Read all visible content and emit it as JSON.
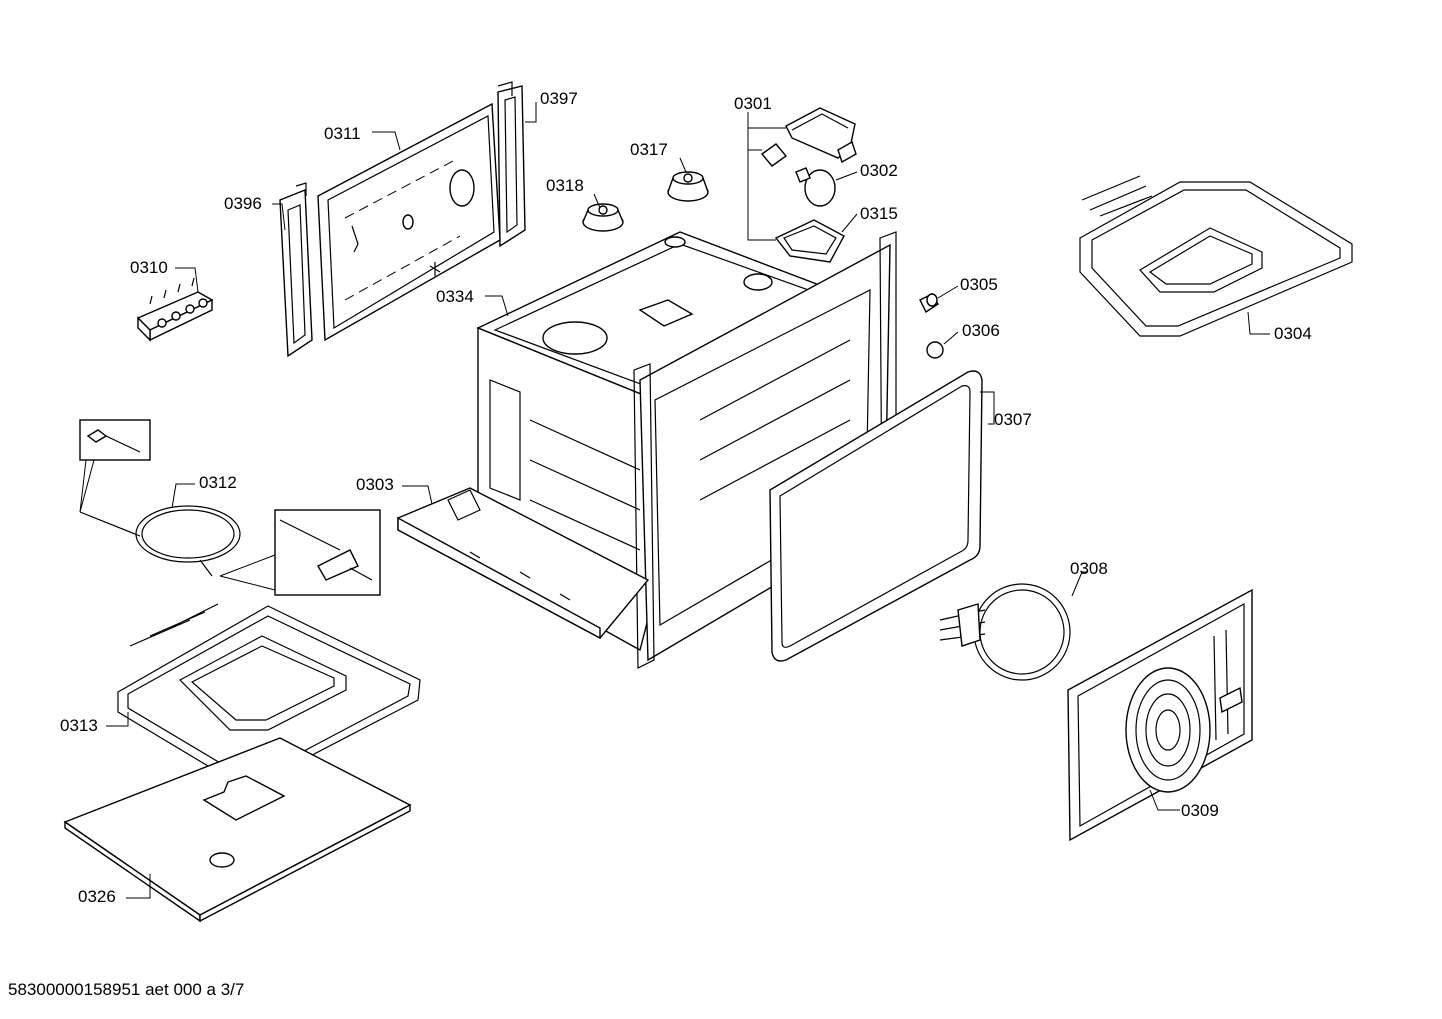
{
  "footer": "58300000158951 aet 000 a 3/7",
  "parts": [
    {
      "id": "p0397",
      "label": "0397"
    },
    {
      "id": "p0311",
      "label": "0311"
    },
    {
      "id": "p0396",
      "label": "0396"
    },
    {
      "id": "p0310",
      "label": "0310"
    },
    {
      "id": "p0318",
      "label": "0318"
    },
    {
      "id": "p0317",
      "label": "0317"
    },
    {
      "id": "p0301",
      "label": "0301"
    },
    {
      "id": "p0302",
      "label": "0302"
    },
    {
      "id": "p0315",
      "label": "0315"
    },
    {
      "id": "p0305",
      "label": "0305"
    },
    {
      "id": "p0306",
      "label": "0306"
    },
    {
      "id": "p0334",
      "label": "0334"
    },
    {
      "id": "p0304",
      "label": "0304"
    },
    {
      "id": "p0307",
      "label": "0307"
    },
    {
      "id": "p0312",
      "label": "0312"
    },
    {
      "id": "p0303",
      "label": "0303"
    },
    {
      "id": "p0308",
      "label": "0308"
    },
    {
      "id": "p0313",
      "label": "0313"
    },
    {
      "id": "p0309",
      "label": "0309"
    },
    {
      "id": "p0326",
      "label": "0326"
    }
  ]
}
